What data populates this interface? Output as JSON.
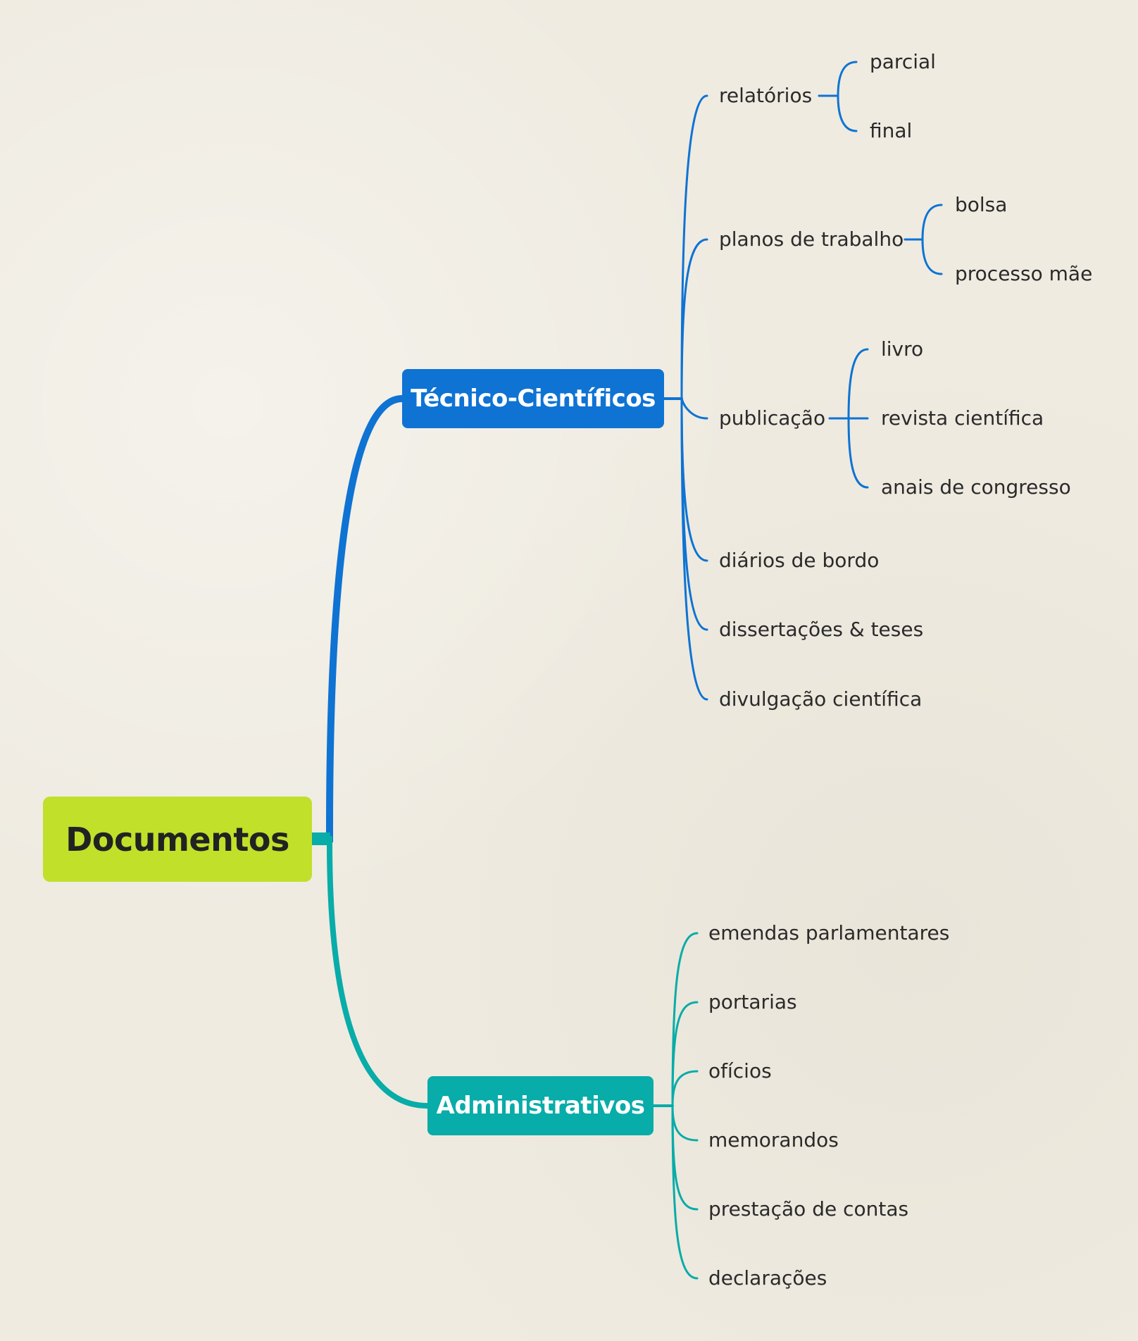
{
  "colors": {
    "background": "#efebe1",
    "root": "#c0e02a",
    "tecnico": "#0e73d3",
    "administrativo": "#08aca8",
    "leaf_text": "#2a2a2a"
  },
  "root": {
    "label": "Documentos"
  },
  "tecnico": {
    "label": "Técnico-Científicos",
    "children": {
      "relatorios": {
        "label": "relatórios",
        "children": [
          "parcial",
          "final"
        ]
      },
      "planos": {
        "label": "planos de trabalho",
        "children": [
          "bolsa",
          "processo mãe"
        ]
      },
      "publicacao": {
        "label": "publicação",
        "children": [
          "livro",
          "revista científica",
          "anais de congresso"
        ]
      },
      "diarios": {
        "label": "diários de bordo"
      },
      "dissertacoes": {
        "label": "dissertações & teses"
      },
      "divulgacao": {
        "label": "divulgação científica"
      }
    }
  },
  "administrativo": {
    "label": "Administrativos",
    "children": [
      "emendas parlamentares",
      "portarias",
      "ofícios",
      "memorandos",
      "prestação de contas",
      "declarações"
    ]
  }
}
